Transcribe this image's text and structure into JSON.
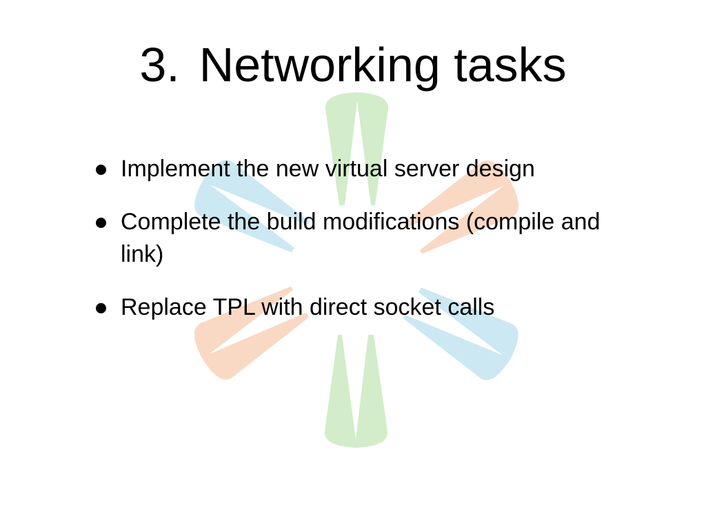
{
  "slide": {
    "title_number": "3.",
    "title_text": "Networking tasks",
    "bullets": [
      {
        "text": "Implement the new virtual server design"
      },
      {
        "text": "Complete the build modifications (compile and link)"
      },
      {
        "text": "Replace TPL with direct socket calls"
      }
    ]
  },
  "logo": {
    "icon": "six-petal-pinwheel-watermark",
    "colors": {
      "green": "#d3ecca",
      "blue": "#cce8f3",
      "orange": "#f9d9c4"
    }
  }
}
